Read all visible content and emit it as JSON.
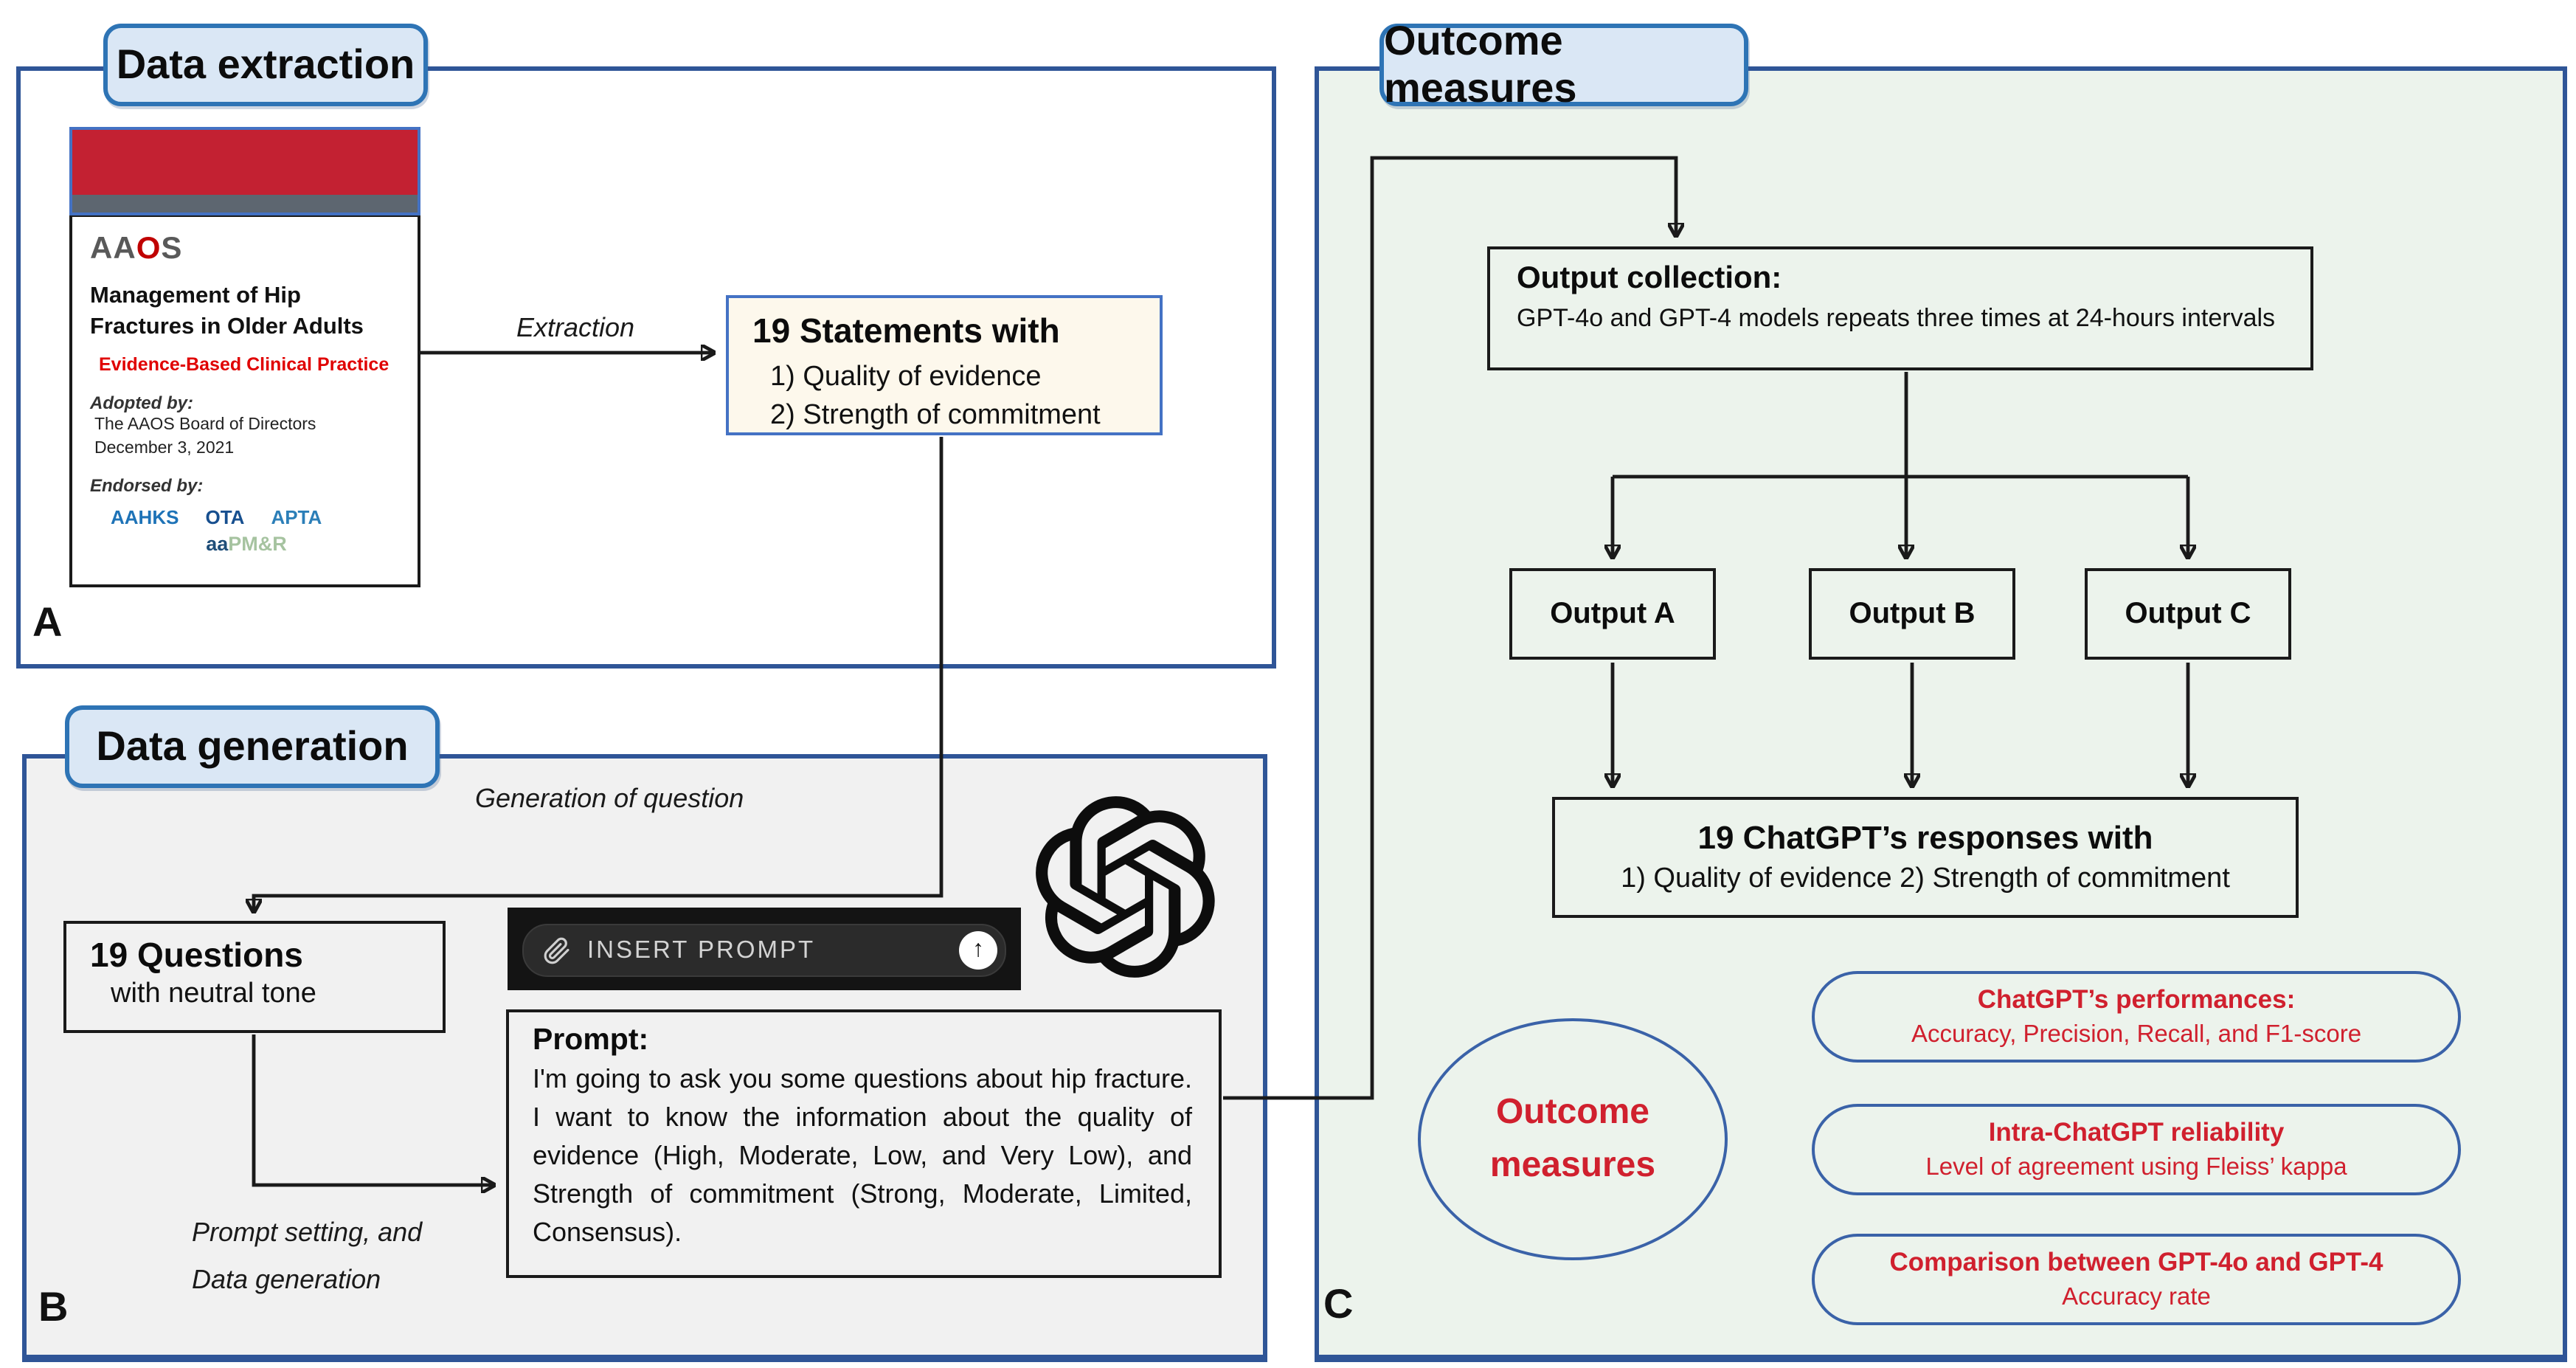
{
  "figure": {
    "panel_a": {
      "label": "Data extraction",
      "letter": "A",
      "document": {
        "logo": {
          "aa": "AA",
          "o": "O",
          "s": "S"
        },
        "title_line1": "Management of Hip",
        "title_line2": "Fractures in Older Adults",
        "subtitle": "Evidence-Based Clinical Practice",
        "adopted_label": "Adopted by:",
        "adopted_by": "The AAOS Board of Directors",
        "adopted_date": "December 3, 2021",
        "endorsed_label": "Endorsed by:",
        "endorsers": [
          "AAHKS",
          "OTA",
          "APTA"
        ],
        "endorser2_prefix": "aa",
        "endorser2_name": "PM&R"
      },
      "extraction_arrow_label": "Extraction",
      "statements_box": {
        "title": "19 Statements with",
        "item1": "1) Quality of evidence",
        "item2": "2) Strength of commitment"
      }
    },
    "panel_b": {
      "label": "Data generation",
      "letter": "B",
      "generation_arrow_label": "Generation of question",
      "questions_box": {
        "title": "19 Questions",
        "subtitle": "with neutral tone"
      },
      "prompt_arrow_label_line1": "Prompt setting, and",
      "prompt_arrow_label_line2": "Data generation",
      "chat_input": {
        "placeholder": "INSERT PROMPT",
        "send_icon": "↑"
      },
      "prompt_box": {
        "title": "Prompt:",
        "body": "I'm going to ask you some questions about hip fracture. I want to know the information about the quality of evidence (High, Moderate, Low, and Very Low), and Strength of commitment (Strong, Moderate, Limited, Consensus)."
      }
    },
    "panel_c": {
      "label": "Outcome measures",
      "letter": "C",
      "collection_box": {
        "title": "Output collection:",
        "subtitle": "GPT-4o and GPT-4 models repeats three times at 24-hours intervals"
      },
      "outputs": [
        {
          "label": "Output A"
        },
        {
          "label": "Output B"
        },
        {
          "label": "Output C"
        }
      ],
      "responses_box": {
        "title": "19 ChatGPT’s responses with",
        "subtitle": "1) Quality of evidence 2) Strength of commitment"
      },
      "outcome_circle": {
        "line1": "Outcome",
        "line2": "measures"
      },
      "measure_ovals": [
        {
          "title": "ChatGPT’s performances:",
          "subtitle": "Accuracy, Precision, Recall, and F1-score"
        },
        {
          "title": "Intra-ChatGPT reliability",
          "subtitle": "Level of agreement using Fleiss’ kappa"
        },
        {
          "title": "Comparison between GPT-4o and GPT-4",
          "subtitle": "Accuracy rate"
        }
      ]
    },
    "colors": {
      "panel_border": "#2f5597",
      "label_fill": "#dae7f5",
      "label_border": "#2e74b5",
      "statements_fill": "#fdf8ec",
      "statements_border": "#4472c4",
      "banner_red": "#c32132",
      "banner_stripe": "#5d6670",
      "accent_red_text": "#d0202e",
      "oval_border": "#3a62a8",
      "flow_line": "#1a1a1a",
      "chat_bar_bg": "#141414"
    }
  }
}
